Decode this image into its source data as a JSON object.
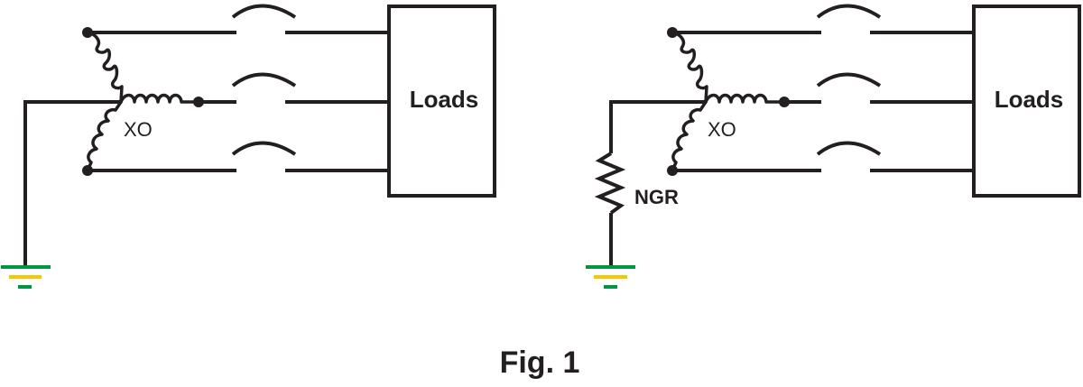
{
  "colors": {
    "line": "#231f20",
    "ground_green": "#009640",
    "ground_yellow": "#f7c600",
    "background": "#ffffff"
  },
  "left_circuit": {
    "neutral_label": "XO",
    "load_label": "Loads",
    "grounding": "solid"
  },
  "right_circuit": {
    "neutral_label": "XO",
    "load_label": "Loads",
    "resistor_label": "NGR",
    "grounding": "resistance"
  },
  "caption": "Fig. 1"
}
